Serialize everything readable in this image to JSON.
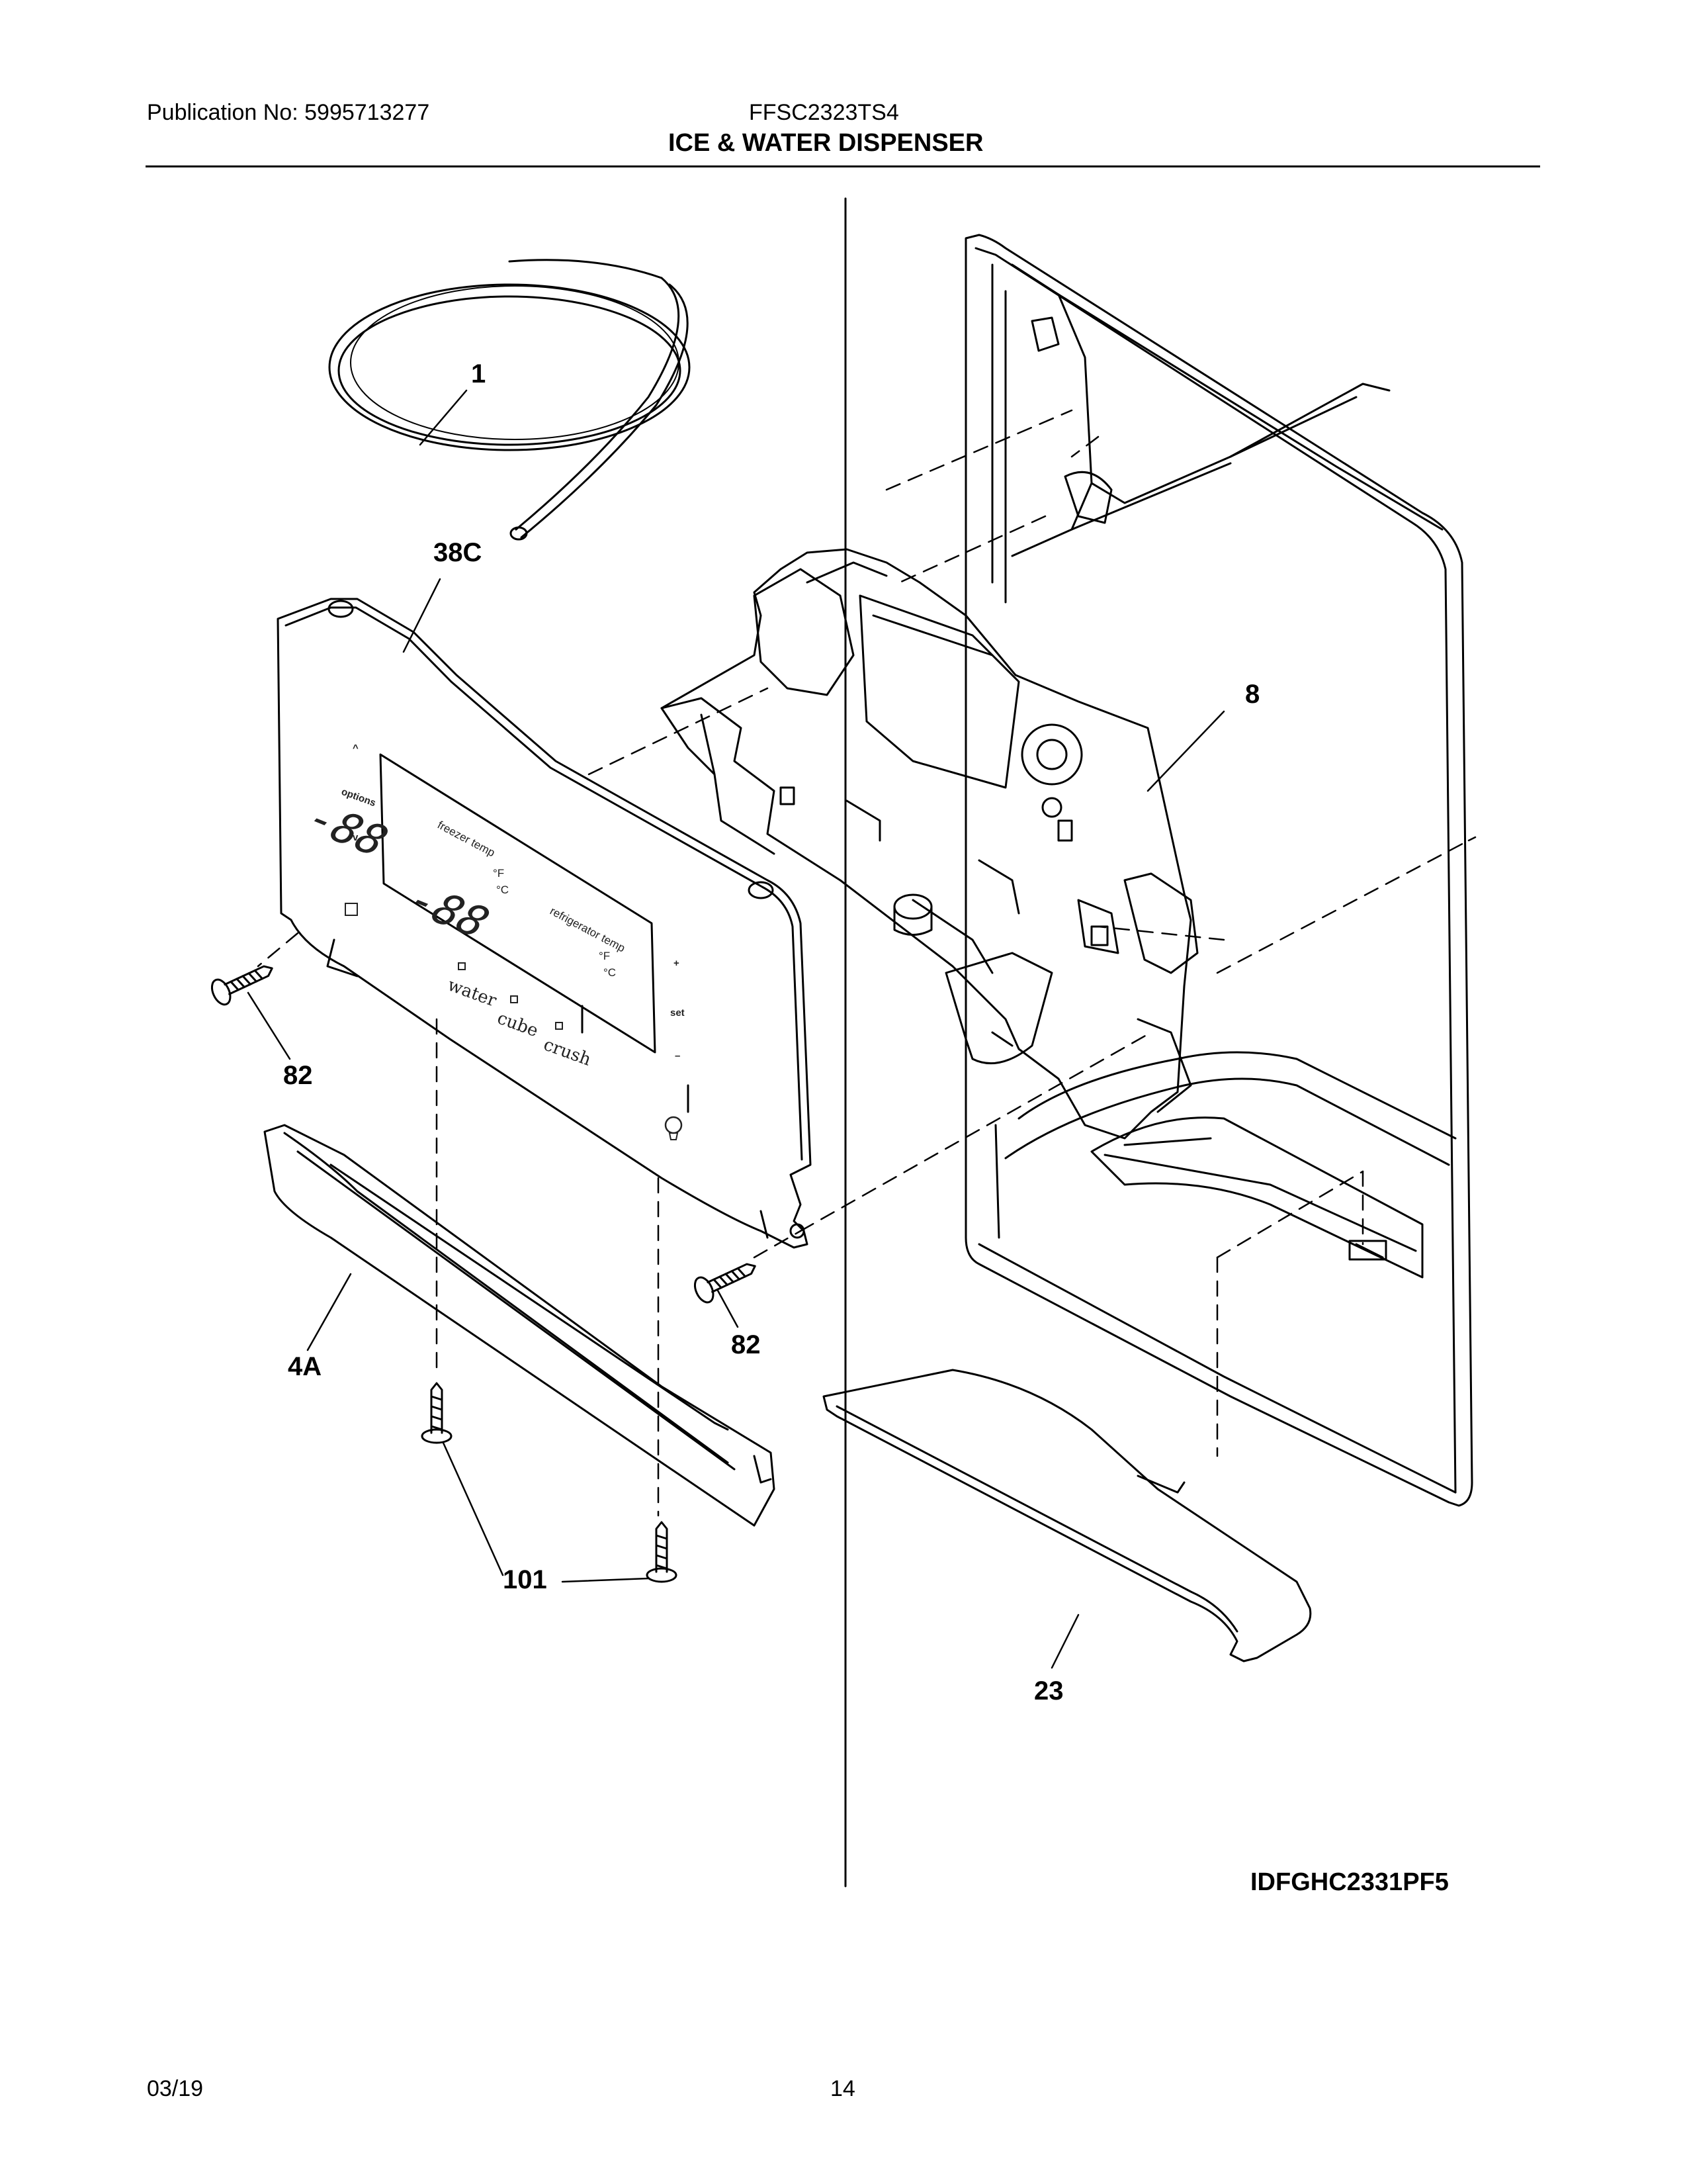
{
  "header": {
    "publication": "Publication No: 5995713277",
    "model": "FFSC2323TS4",
    "section_title": "ICE & WATER DISPENSER"
  },
  "diagram": {
    "reference_code": "IDFGHC2331PF5",
    "callouts": [
      "1",
      "38C",
      "8",
      "82",
      "82",
      "4A",
      "101",
      "23"
    ],
    "control_panel": {
      "freezer_label": "freezer temp",
      "freezer_display": "-88",
      "refrigerator_label": "refrigerator temp",
      "refrigerator_display": "-88",
      "unit_f": "°F",
      "unit_c": "°C",
      "options_label": "options",
      "set_label": "set",
      "water_label": "water",
      "cube_label": "cube",
      "crush_label": "crush"
    }
  },
  "footer": {
    "date": "03/19",
    "page": "14"
  }
}
